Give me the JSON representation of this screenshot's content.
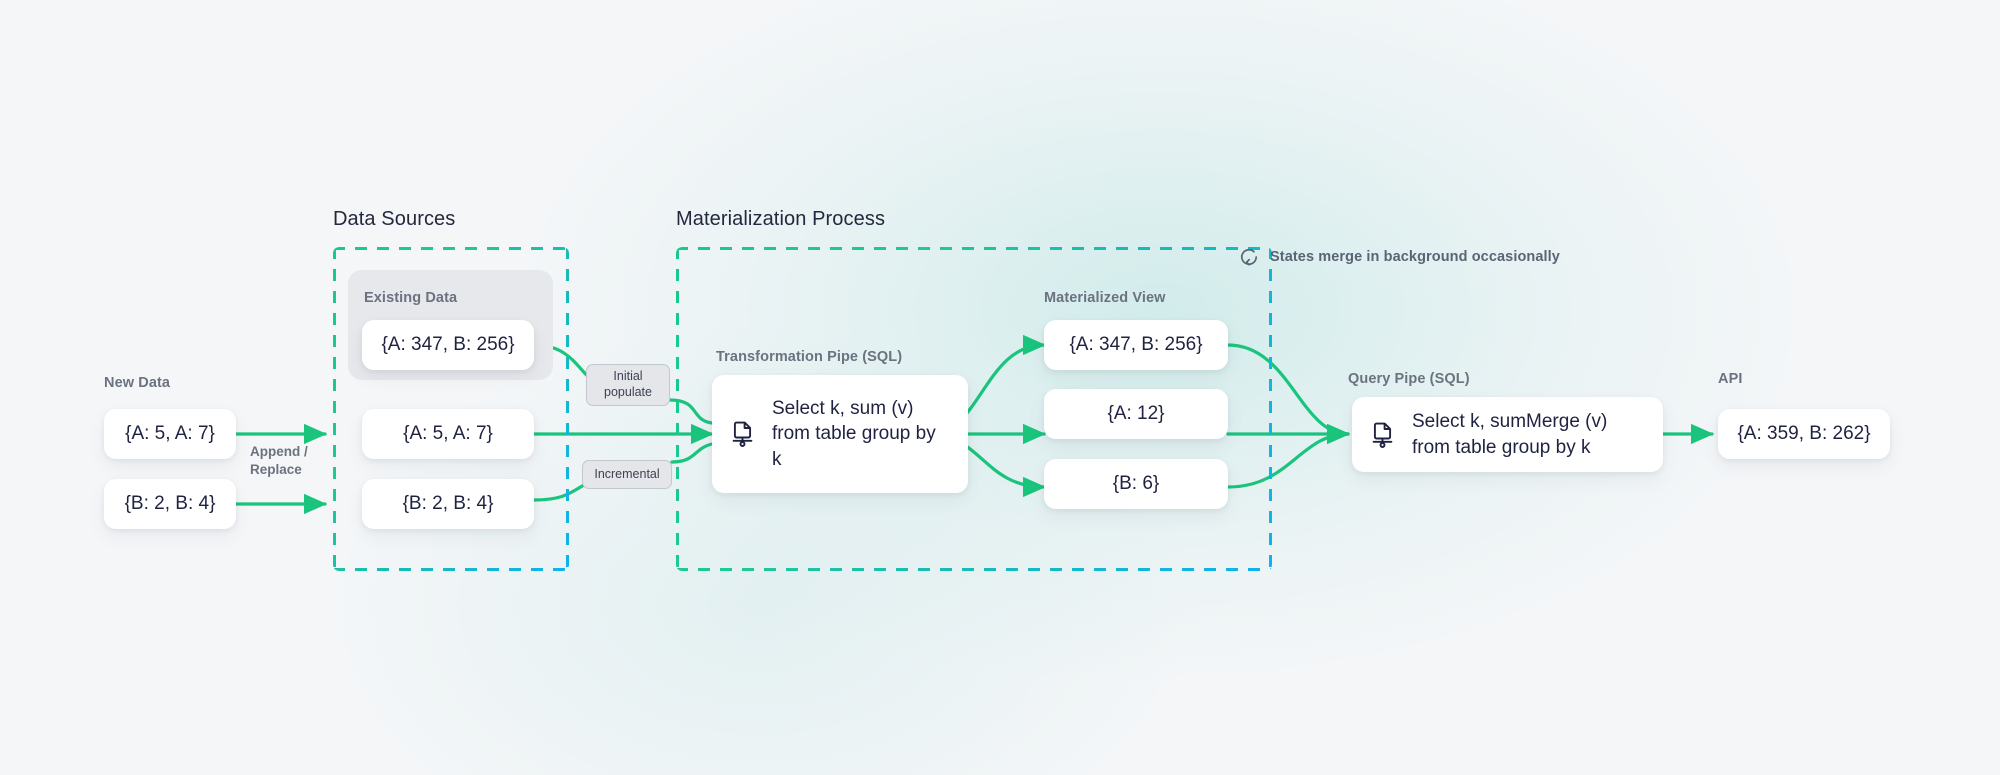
{
  "meta": {
    "accent_green": "#1bc47d",
    "accent_cyan": "#0fb2ec",
    "text_dark": "#1f2340",
    "text_muted": "#6b7280",
    "canvas_bg": "#f4f6f8"
  },
  "sections": {
    "data_sources": {
      "title": "Data Sources"
    },
    "materialization": {
      "title": "Materialization Process"
    }
  },
  "new_data": {
    "label": "New Data",
    "cards": [
      {
        "value": "{A: 5, A: 7}"
      },
      {
        "value": "{B: 2, B: 4}"
      }
    ],
    "edge_label": "Append /\nReplace"
  },
  "existing_data": {
    "label": "Existing Data",
    "cards": [
      {
        "value": "{A: 347, B: 256}"
      }
    ]
  },
  "data_sources_rows": [
    {
      "value": "{A: 5, A: 7}"
    },
    {
      "value": "{B: 2, B: 4}"
    }
  ],
  "badges": [
    {
      "name": "initial-populate",
      "text": "Initial\npopulate"
    },
    {
      "name": "incremental",
      "text": "Incremental"
    }
  ],
  "transformation_pipe": {
    "label": "Transformation Pipe (SQL)",
    "icon": "pipe-icon",
    "sql": "Select k, sum (v) from table group by k"
  },
  "materialized_view": {
    "label": "Materialized View",
    "cards": [
      {
        "value": "{A: 347, B: 256}"
      },
      {
        "value": "{A: 12}"
      },
      {
        "value": "{B: 6}"
      }
    ]
  },
  "merge_note": {
    "icon": "refresh-icon",
    "text": "States merge in background occasionally"
  },
  "query_pipe": {
    "label": "Query Pipe (SQL)",
    "icon": "pipe-icon",
    "sql": "Select k, sumMerge (v) from table group by k"
  },
  "api": {
    "label": "API",
    "cards": [
      {
        "value": "{A: 359, B: 262}"
      }
    ]
  }
}
